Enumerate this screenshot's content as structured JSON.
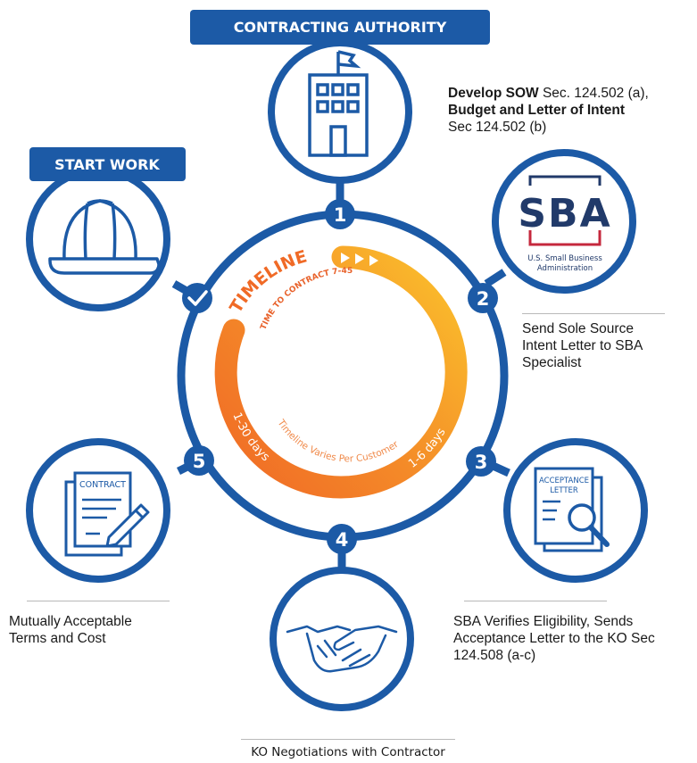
{
  "headers": {
    "contracting_authority": "CONTRACTING AUTHORITY",
    "start_work": "START WORK"
  },
  "timeline": {
    "title": "TIMELINE",
    "subtitle": "TIME TO CONTRACT 7-45 DAYS",
    "varies": "Timeline Varies Per Customer",
    "left_range": "1-30 days",
    "right_range": "1-6 days"
  },
  "steps": {
    "s1": "1",
    "s2": "2",
    "s3": "3",
    "s4": "4",
    "s5": "5"
  },
  "sba_logo": {
    "letters": "SBA",
    "line1": "U.S. Small Business",
    "line2": "Administration"
  },
  "documents": {
    "contract": "CONTRACT",
    "acceptance_1": "ACCEPTANCE",
    "acceptance_2": "LETTER"
  },
  "captions": {
    "step1_bold_a": "Develop SOW",
    "step1_text_a": " Sec. 124.502 (a),",
    "step1_bold_b": "Budget and Letter of Intent",
    "step1_text_b": "Sec 124.502 (b)",
    "step2": "Send Sole Source Intent Letter to SBA Specialist",
    "step3": "SBA Verifies Eligibility, Sends Acceptance Letter to the KO Sec 124.508 (a-c)",
    "step4": "KO Negotiations with Contractor",
    "step5": "Mutually Acceptable Terms and Cost"
  },
  "colors": {
    "brand_blue": "#1c5aa6",
    "orange": "#f07a28",
    "yellow": "#fbbf2a",
    "sba_red": "#c5283d",
    "sba_navy": "#213a6a"
  }
}
